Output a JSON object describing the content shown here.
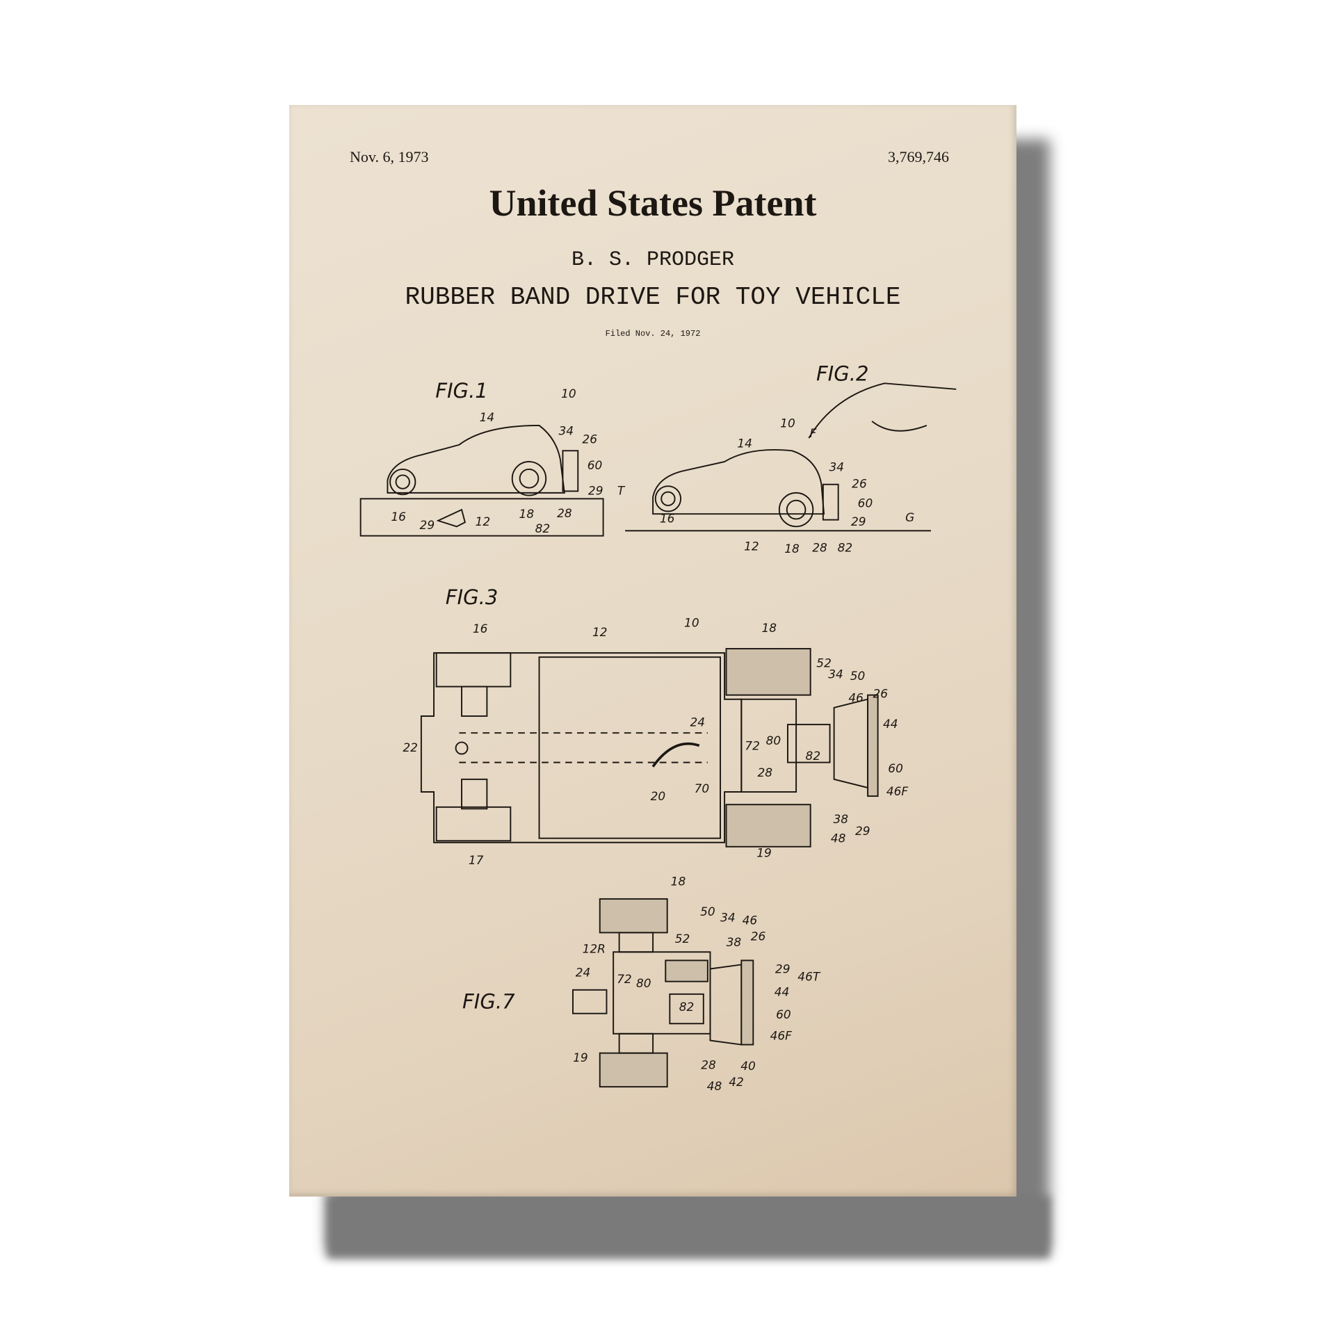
{
  "patent": {
    "date": "Nov. 6, 1973",
    "number": "3,769,746",
    "title": "United States Patent",
    "inventor": "B. S. PRODGER",
    "subtitle": "RUBBER BAND DRIVE FOR TOY VEHICLE",
    "filed": "Filed Nov. 24, 1972"
  },
  "figures": [
    {
      "label": "FIG.1",
      "refs": [
        "10",
        "14",
        "34",
        "26",
        "60",
        "29",
        "T",
        "16",
        "29",
        "12",
        "18",
        "28",
        "82"
      ]
    },
    {
      "label": "FIG.2",
      "refs": [
        "10",
        "F",
        "14",
        "34",
        "26",
        "60",
        "29",
        "G",
        "16",
        "12",
        "18",
        "28",
        "82"
      ]
    },
    {
      "label": "FIG.3",
      "refs": [
        "16",
        "12",
        "10",
        "18",
        "52",
        "34",
        "50",
        "46",
        "26",
        "44",
        "22",
        "24",
        "72",
        "80",
        "82",
        "28",
        "60",
        "46F",
        "20",
        "70",
        "38",
        "48",
        "29",
        "17",
        "19"
      ]
    },
    {
      "label": "FIG.7",
      "refs": [
        "18",
        "50",
        "34",
        "46",
        "52",
        "38",
        "26",
        "12R",
        "29",
        "46T",
        "24",
        "72",
        "80",
        "44",
        "82",
        "60",
        "46F",
        "19",
        "28",
        "40",
        "48",
        "42"
      ]
    }
  ],
  "colors": {
    "paper": "#e8dcc9",
    "ink": "#1c1712",
    "shadow": "#6f6f6f"
  }
}
